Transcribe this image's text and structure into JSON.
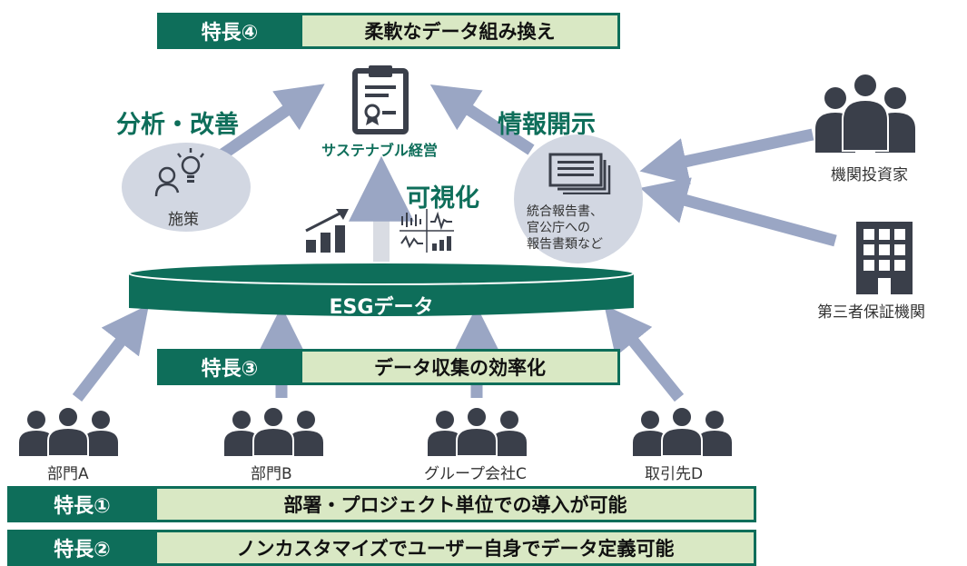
{
  "features": {
    "f4": {
      "tag": "特長④",
      "text": "柔軟なデータ組み換え"
    },
    "f3": {
      "tag": "特長③",
      "text": "データ収集の効率化"
    },
    "f1": {
      "tag": "特長①",
      "text": "部署・プロジェクト単位での導入が可能"
    },
    "f2": {
      "tag": "特長②",
      "text": "ノンカスタマイズでユーザー自身でデータ定義可能"
    }
  },
  "center": {
    "title": "サステナブル経営"
  },
  "left": {
    "heading": "分析・改善",
    "circle_label": "施策"
  },
  "right": {
    "heading": "情報開示",
    "circle_label_lines": [
      "統合報告書、",
      "官公庁への",
      "報告書類など"
    ]
  },
  "visualize": {
    "heading": "可視化"
  },
  "db": {
    "label": "ESGデータ"
  },
  "external": {
    "investors": "機関投資家",
    "assurance": "第三者保証機関"
  },
  "sources": [
    "部門A",
    "部門B",
    "グループ会社C",
    "取引先D"
  ],
  "colors": {
    "primary": "#0e6e5a",
    "light_green": "#d9e8c4",
    "arrow": "#9aa6c4",
    "circle": "#d2d7e2",
    "icon": "#3a3f4a"
  }
}
